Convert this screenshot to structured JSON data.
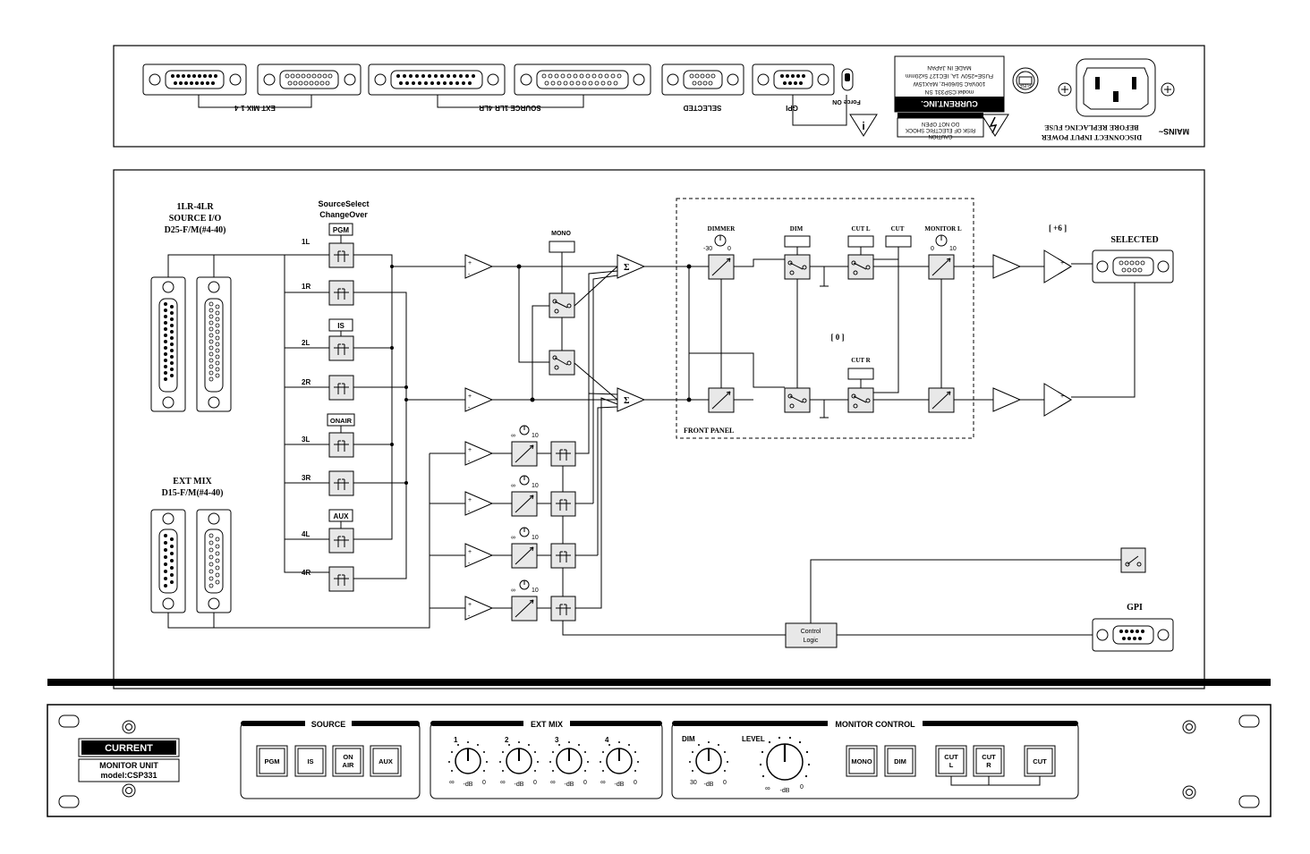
{
  "rear_panel": {
    "ext_mix_label": "EXT MIX 1-4",
    "source_label": "SOURCE 1LR-4LR",
    "selected_label": "SELECTED",
    "gpi_label": "GPI",
    "force_on_label": "Force ON",
    "brand": "CURRENT.INC.",
    "spec_lines": [
      "model:CSP331 SN",
      "100VAC 50/60Hz, MAX15W",
      "FUSE=250V 1A, IEC127 5x20mm",
      "MADE IN JAPAN"
    ],
    "caution_lines": [
      "CAUTION",
      "RISK OF ELECTRIC SHOCK",
      "DO NOT OPEN"
    ],
    "fuse_label": "FUSE",
    "fuse_warning_lines": [
      "DISCONNECT INPUT POWER",
      "BEFORE REPLACING FUSE"
    ],
    "mains_label": "MAINS~"
  },
  "block_diagram": {
    "source_io_lines": [
      "1LR-4LR",
      "SOURCE I/O",
      "D25-F/M(#4-40)"
    ],
    "ext_mix_lines": [
      "EXT MIX",
      "D15-F/M(#4-40)"
    ],
    "source_select_lines": [
      "SourceSelect",
      "ChangeOver"
    ],
    "groups": [
      "PGM",
      "IS",
      "ONAIR",
      "AUX"
    ],
    "channels": [
      "1L",
      "1R",
      "2L",
      "2R",
      "3L",
      "3R",
      "4L",
      "4R"
    ],
    "mono_label": "MONO",
    "sum_symbol": "Σ",
    "dimmer_label": "DIMMER",
    "dimmer_min": "-30",
    "dimmer_max": "0",
    "dim_label": "DIM",
    "cut_l_label": "CUT L",
    "cut_label": "CUT",
    "monitor_l_label": "MONITOR L",
    "monitor_min": "0",
    "monitor_max": "10",
    "gain_plus6": "[ +6 ]",
    "gain_zero": "[ 0 ]",
    "cut_r_label": "CUT R",
    "front_panel_label": "FRONT PANEL",
    "selected_label": "SELECTED",
    "gpi_label": "GPI",
    "control_logic_lines": [
      "Control",
      "Logic"
    ],
    "ext_knob_min": "∞",
    "ext_knob_max": "10"
  },
  "front_panel": {
    "brand": "CURRENT",
    "model_lines": [
      "MONITOR UNIT",
      "model:CSP331"
    ],
    "source_title": "SOURCE",
    "source_buttons": [
      [
        "PGM"
      ],
      [
        "IS"
      ],
      [
        "ON",
        "AIR"
      ],
      [
        "AUX"
      ]
    ],
    "ext_mix_title": "EXT MIX",
    "ext_channels": [
      "1",
      "2",
      "3",
      "4"
    ],
    "knob_inf": "∞",
    "knob_db": "-dB",
    "knob_zero": "0",
    "monitor_title": "MONITOR CONTROL",
    "dim_label": "DIM",
    "dim_min": "30",
    "level_label": "LEVEL",
    "monitor_buttons": [
      [
        "MONO"
      ],
      [
        "DIM"
      ],
      [
        "CUT",
        "L"
      ],
      [
        "CUT",
        "R"
      ],
      [
        "CUT"
      ]
    ]
  }
}
